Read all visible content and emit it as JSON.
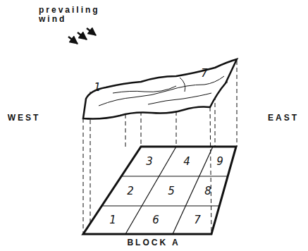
{
  "diagram": {
    "labels": [
      "prevailing wind",
      "1",
      "7",
      "WEST",
      "EAST",
      "3",
      "4",
      "9",
      "2",
      "5",
      "8",
      "1",
      "6",
      "7",
      "BLOCK A"
    ]
  }
}
